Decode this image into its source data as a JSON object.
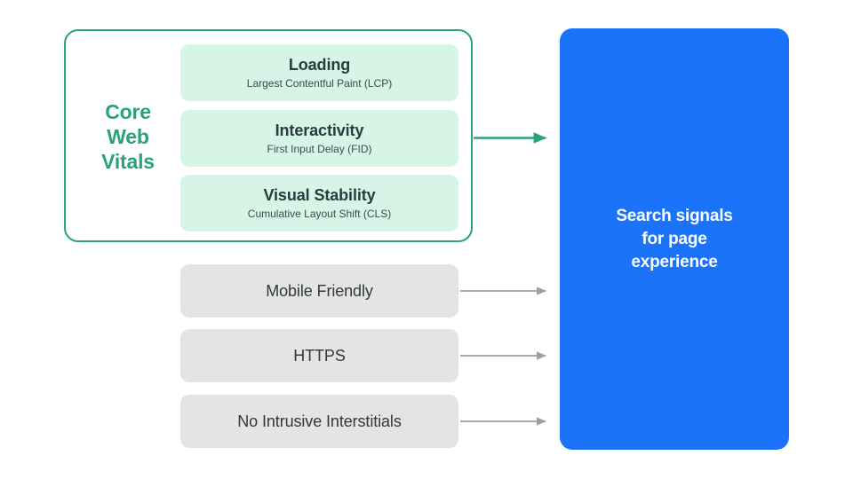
{
  "diagram": {
    "title": "Search signals for page experience",
    "background_color": "#ffffff",
    "group": {
      "label_lines": [
        "Core",
        "Web",
        "Vitals"
      ],
      "label_line_1": "Core",
      "label_line_2": "Web",
      "label_line_3": "Vitals",
      "border_color": "#2aa37a"
    },
    "metrics": [
      {
        "title": "Loading",
        "subtitle": "Largest Contentful Paint (LCP)",
        "fill_color": "#d6f5e6"
      },
      {
        "title": "Interactivity",
        "subtitle": "First Input Delay (FID)",
        "fill_color": "#d6f5e6"
      },
      {
        "title": "Visual Stability",
        "subtitle": "Cumulative Layout Shift (CLS)",
        "fill_color": "#d6f5e6"
      }
    ],
    "signals": [
      {
        "label": "Mobile Friendly",
        "fill_color": "#e4e4e4"
      },
      {
        "label": "HTTPS",
        "fill_color": "#e4e4e4"
      },
      {
        "label": "No Intrusive Interstitials",
        "fill_color": "#e4e4e4"
      }
    ],
    "target": {
      "text": "Search signals\nfor page\nexperience",
      "fill_color": "#1a73f8",
      "text_color": "#ffffff"
    },
    "connectors": [
      {
        "from": "core-web-vitals-group",
        "to": "search-signals-box",
        "color": "#2aa37a",
        "style": "arrow"
      },
      {
        "from": "mobile-friendly-card",
        "to": "search-signals-box",
        "color": "#9aa0a6",
        "style": "arrow"
      },
      {
        "from": "https-card",
        "to": "search-signals-box",
        "color": "#9aa0a6",
        "style": "arrow"
      },
      {
        "from": "no-intrusive-interstitials-card",
        "to": "search-signals-box",
        "color": "#9aa0a6",
        "style": "arrow"
      }
    ]
  }
}
